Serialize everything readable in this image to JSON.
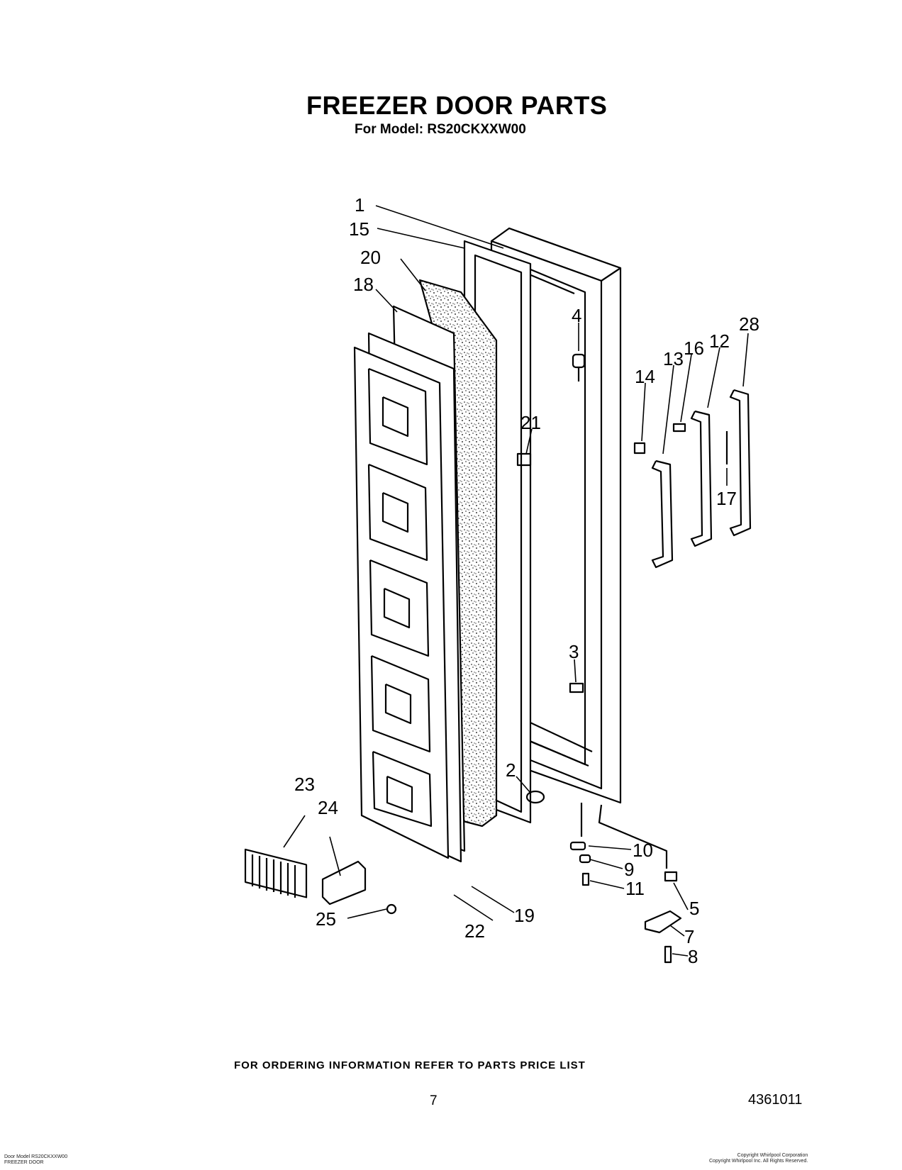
{
  "header": {
    "title": "FREEZER DOOR PARTS",
    "model_line": "For Model: RS20CKXXW00"
  },
  "callouts": [
    "1",
    "15",
    "20",
    "18",
    "4",
    "21",
    "28",
    "12",
    "16",
    "13",
    "14",
    "17",
    "3",
    "2",
    "10",
    "9",
    "11",
    "5",
    "7",
    "8",
    "19",
    "22",
    "25",
    "23",
    "24"
  ],
  "footer": {
    "ordering_note": "FOR ORDERING INFORMATION REFER TO PARTS PRICE LIST",
    "page_number": "7",
    "part_number": "4361011",
    "small_left_line1": "Door Model RS20CKXXW00",
    "small_left_line2": "FREEZER DOOR",
    "small_right_line1": "Copyright Whirlpool Corporation",
    "small_right_line2": "Copyright Whirlpool Inc. All Rights Reserved."
  }
}
